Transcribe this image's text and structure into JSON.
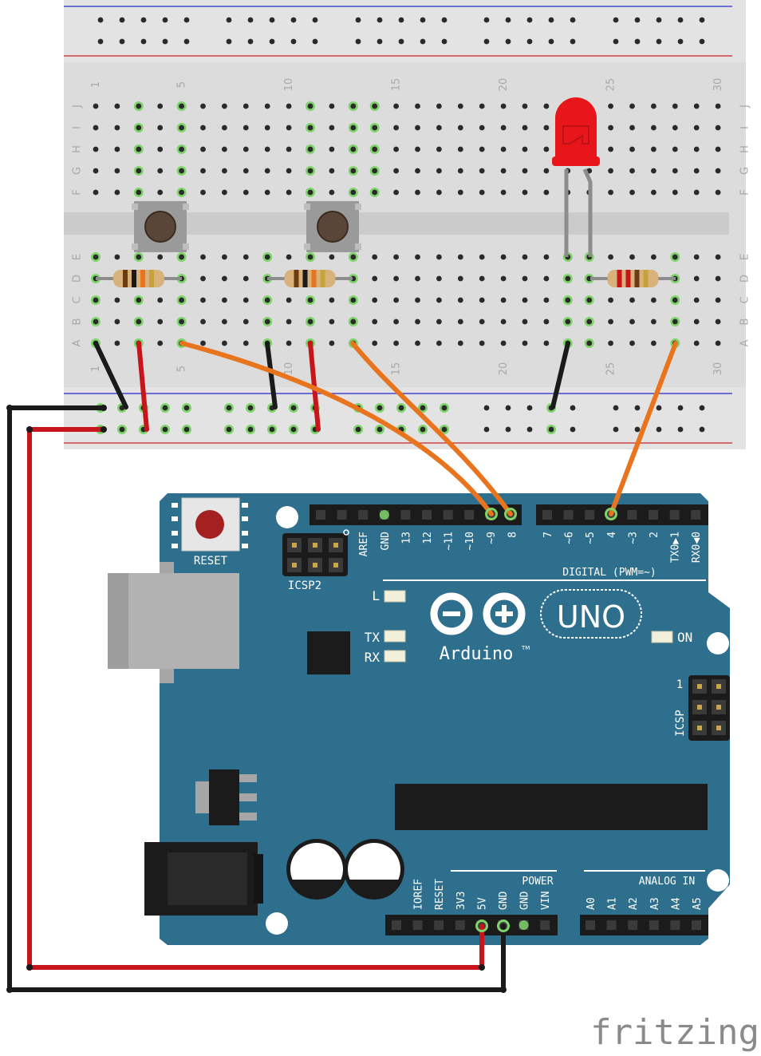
{
  "breadboard": {
    "column_numbers": [
      "1",
      "5",
      "10",
      "15",
      "20",
      "25",
      "30"
    ],
    "row_letters_top": [
      "J",
      "I",
      "H",
      "G",
      "F"
    ],
    "row_letters_bottom": [
      "E",
      "D",
      "C",
      "B",
      "A"
    ]
  },
  "arduino": {
    "model": "UNO",
    "brand": "Arduino",
    "trademark": "TM",
    "reset_label": "RESET",
    "icsp2_label": "ICSP2",
    "icsp_label": "ICSP",
    "icsp_pin1": "1",
    "digital_label": "DIGITAL (PWM=~)",
    "power_label": "POWER",
    "analog_label": "ANALOG IN",
    "led_l": "L",
    "led_tx": "TX",
    "led_rx": "RX",
    "led_on": "ON",
    "digital_pins_left": [
      "AREF",
      "GND",
      "13",
      "12",
      "~11",
      "~10",
      "~9",
      "8"
    ],
    "digital_pins_right": [
      "7",
      "~6",
      "~5",
      "4",
      "~3",
      "2",
      "TX0▶1",
      "RX0◀0"
    ],
    "power_pins": [
      "IOREF",
      "RESET",
      "3V3",
      "5V",
      "GND",
      "GND",
      "VIN"
    ],
    "analog_pins": [
      "A0",
      "A1",
      "A2",
      "A3",
      "A4",
      "A5"
    ]
  },
  "colors": {
    "board": "#2e6f8e",
    "wire_red": "#c8151b",
    "wire_black": "#1a1a1a",
    "wire_orange": "#e8741e",
    "led": "#e8161b",
    "highlight": "#7fd36a"
  },
  "watermark": "fritzing"
}
